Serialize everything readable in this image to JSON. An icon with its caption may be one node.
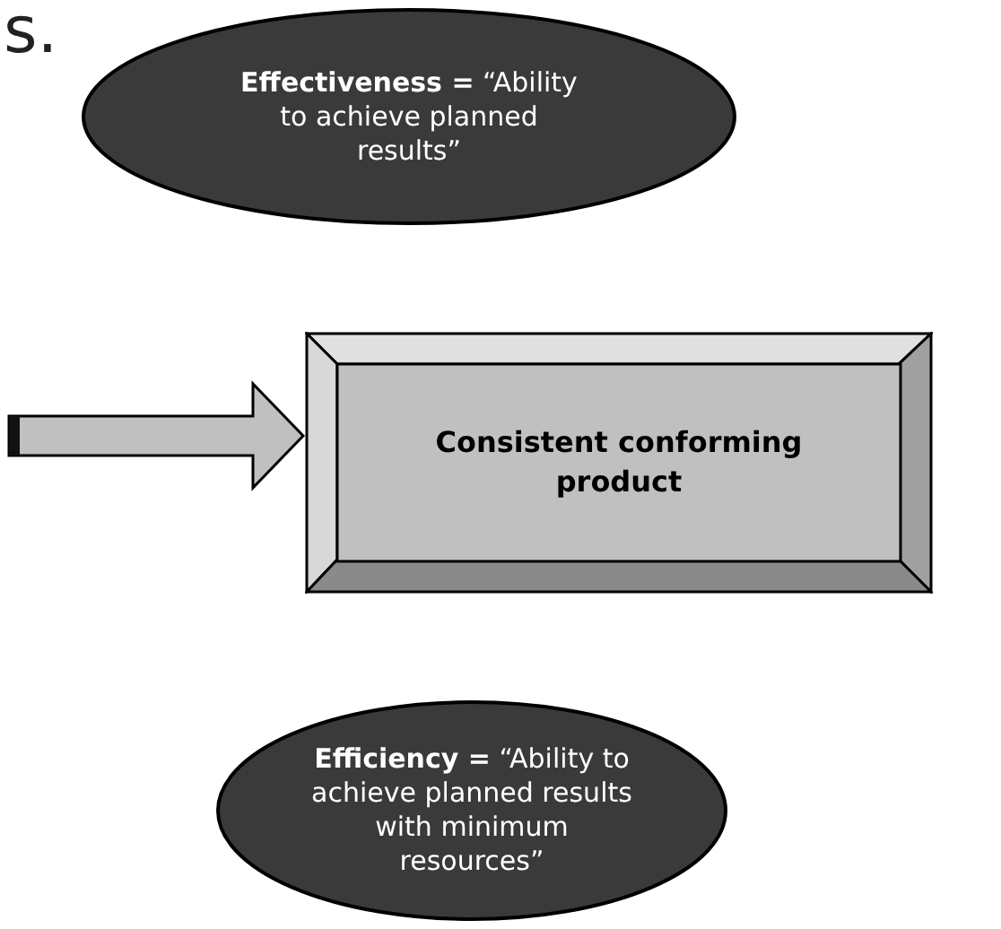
{
  "diagram": {
    "nodes": [
      {
        "text": [
          "**Effectiveness =** “Ability to achieve planned results”"
        ]
      },
      {
        "text": [
          "Consistent conforming product"
        ]
      },
      {
        "text": [
          "**Efficiency =** “Ability to achieve planned results with minimum resources”"
        ]
      }
    ],
    "edges": [
      {
        "from": null,
        "to": 1,
        "arrow": "to"
      }
    ],
    "labels": [
      "s."
    ]
  }
}
